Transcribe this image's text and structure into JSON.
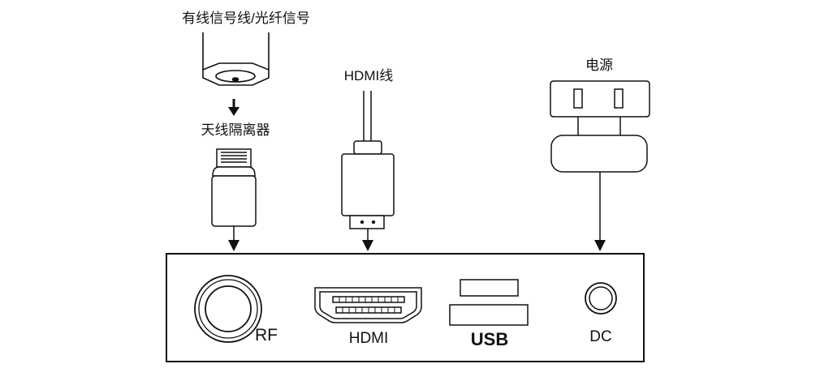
{
  "labels": {
    "signal_source": "有线信号线/光纤信号",
    "isolator": "天线隔离器",
    "hdmi_cable": "HDMI线",
    "power": "电源"
  },
  "ports": {
    "rf": "RF",
    "hdmi": "HDMI",
    "usb": "USB",
    "dc": "DC"
  },
  "colors": {
    "stroke": "#111111",
    "background": "#ffffff"
  }
}
